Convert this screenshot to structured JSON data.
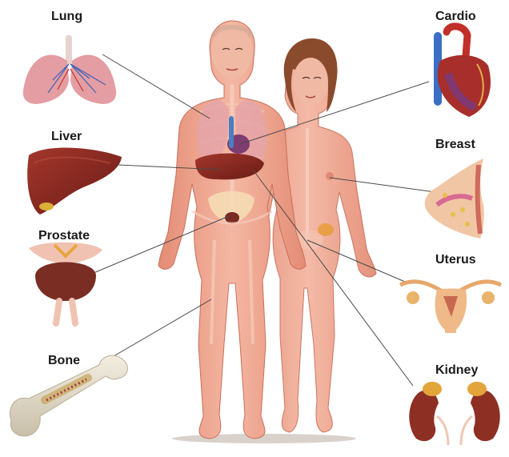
{
  "labels": {
    "lung": "Lung",
    "liver": "Liver",
    "prostate": "Prostate",
    "bone": "Bone",
    "cardio": "Cardio",
    "breast": "Breast",
    "uterus": "Uterus",
    "kidney": "Kidney"
  },
  "colors": {
    "skin": "#eea58f",
    "skin_dark": "#d97c66",
    "organ_red": "#8e2b23",
    "lung_pink": "#e8a3a6",
    "leader_line": "#4a4a4a",
    "bone": "#e9e1cf"
  }
}
